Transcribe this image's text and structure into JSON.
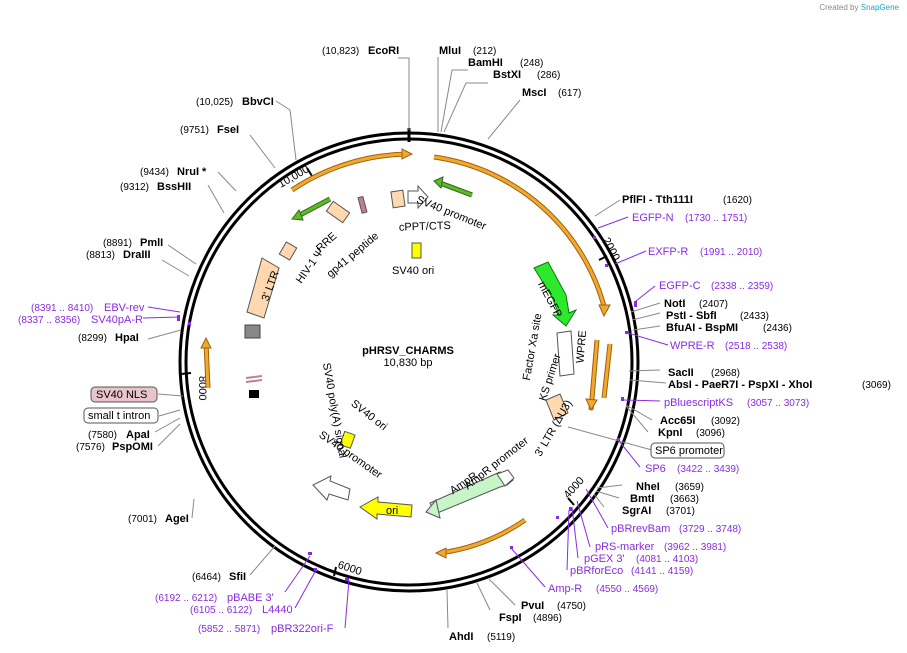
{
  "credit": {
    "prefix": "Created by",
    "brand": "SnapGene"
  },
  "plasmid": {
    "name": "pHRSV_CHARMS",
    "size": "10,830 bp"
  },
  "ticks": [
    "10,000",
    "2000",
    "4000",
    "6000",
    "8000"
  ],
  "enzymes": [
    {
      "name": "EcoRI",
      "pos": "(10,823)"
    },
    {
      "name": "MluI",
      "pos": "(212)"
    },
    {
      "name": "BamHI",
      "pos": "(248)"
    },
    {
      "name": "BstXI",
      "pos": "(286)"
    },
    {
      "name": "MscI",
      "pos": "(617)"
    },
    {
      "name": "BbvCI",
      "pos": "(10,025)"
    },
    {
      "name": "FseI",
      "pos": "(9751)"
    },
    {
      "name": "NruI *",
      "pos": "(9434)"
    },
    {
      "name": "BssHII",
      "pos": "(9312)"
    },
    {
      "name": "PmlI",
      "pos": "(8891)"
    },
    {
      "name": "DraIII",
      "pos": "(8813)"
    },
    {
      "name": "HpaI",
      "pos": "(8299)"
    },
    {
      "name": "ApaI",
      "pos": "(7580)"
    },
    {
      "name": "PspOMI",
      "pos": "(7576)"
    },
    {
      "name": "AgeI",
      "pos": "(7001)"
    },
    {
      "name": "SfiI",
      "pos": "(6464)"
    },
    {
      "name": "AhdI",
      "pos": "(5119)"
    },
    {
      "name": "FspI",
      "pos": "(4896)"
    },
    {
      "name": "PvuI",
      "pos": "(4750)"
    },
    {
      "name": "SgrAI",
      "pos": "(3701)"
    },
    {
      "name": "BmtI",
      "pos": "(3663)"
    },
    {
      "name": "NheI",
      "pos": "(3659)"
    },
    {
      "name": "KpnI",
      "pos": "(3096)"
    },
    {
      "name": "Acc65I",
      "pos": "(3092)"
    },
    {
      "name": "SacII",
      "pos": "(2968)"
    },
    {
      "name": "AbsI - PaeR7I - PspXI - XhoI",
      "pos": "(3069)"
    },
    {
      "name": "BfuAI - BspMI",
      "pos": "(2436)"
    },
    {
      "name": "PstI - SbfI",
      "pos": "(2433)"
    },
    {
      "name": "NotI",
      "pos": "(2407)"
    },
    {
      "name": "PflFI - Tth111I",
      "pos": "(1620)"
    }
  ],
  "primers": [
    {
      "name": "EGFP-N",
      "pos": "(1730 .. 1751)"
    },
    {
      "name": "EXFP-R",
      "pos": "(1991 .. 2010)"
    },
    {
      "name": "EGFP-C",
      "pos": "(2338 .. 2359)"
    },
    {
      "name": "WPRE-R",
      "pos": "(2518 .. 2538)"
    },
    {
      "name": "pBluescriptKS",
      "pos": "(3057 .. 3073)"
    },
    {
      "name": "SP6",
      "pos": "(3422 .. 3439)"
    },
    {
      "name": "pBRrevBam",
      "pos": "(3729 .. 3748)"
    },
    {
      "name": "pRS-marker",
      "pos": "(3962 .. 3981)"
    },
    {
      "name": "pGEX 3'",
      "pos": "(4081 .. 4103)"
    },
    {
      "name": "pBRforEco",
      "pos": "(4141 .. 4159)"
    },
    {
      "name": "Amp-R",
      "pos": "(4550 .. 4569)"
    },
    {
      "name": "pBR322ori-F",
      "pos": "(5852 .. 5871)"
    },
    {
      "name": "L4440",
      "pos": "(6105 .. 6122)"
    },
    {
      "name": "pBABE 3'",
      "pos": "(6192 .. 6212)"
    },
    {
      "name": "SV40pA-R",
      "pos": "(8337 .. 8356)"
    },
    {
      "name": "EBV-rev",
      "pos": "(8391 .. 8410)"
    }
  ],
  "boxed_labels": {
    "sp6_promoter": "SP6 promoter",
    "sv40_nls": "SV40 NLS",
    "small_t_intron": "small t intron"
  },
  "features": {
    "sv40_promoter_top": "SV40 promoter",
    "cppt_cts": "cPPT/CTS",
    "sv40_ori_top": "SV40 ori",
    "rre": "RRE",
    "gp41": "gp41 peptide",
    "hiv_psi": "HIV-1 Ψ",
    "ltr3": "3' LTR",
    "megfp": "mEGFP",
    "wpre": "WPRE",
    "factor_xa": "Factor Xa site",
    "ks_primer": "KS primer",
    "ltr3_du3": "3' LTR (ΔU3)",
    "ampr_promoter": "AmpR promoter",
    "ampr": "AmpR",
    "ori": "ori",
    "sv40_promoter_bottom": "SV40 promoter",
    "sv40_ori_bottom": "SV40 ori",
    "sv40_polya": "SV40 poly(A) signal"
  },
  "colors": {
    "backbone": "#000000",
    "primer": "#8a2be2",
    "orf_orange": "#f0a830",
    "megfp": "#2ee82e",
    "ori_yellow": "#ffff00",
    "ltr": "#ffd8b0",
    "ampr": "#c8f5c8",
    "green_arrow": "#5fb82e",
    "nls_fill": "#e8c4cc"
  }
}
